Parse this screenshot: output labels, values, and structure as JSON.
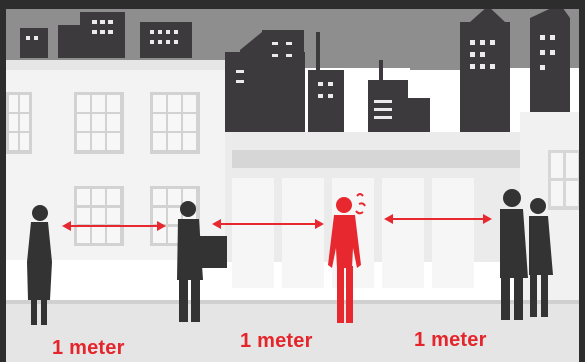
{
  "illustration": {
    "subject": "social-distancing-street-scene",
    "distance_labels": [
      "1 meter",
      "1 meter",
      "1 meter"
    ],
    "colors": {
      "frame": "#2d2d2d",
      "sky": "#ffffff",
      "skyline_back": "#8e8e8e",
      "skyline_front": "#3d3a3d",
      "building_white": "#f3f3f3",
      "building_shade": "#dcdcdc",
      "ground": "#e3e3e3",
      "silhouette": "#333333",
      "highlight": "#e8282f",
      "label_text": "#e4262c"
    },
    "figures": [
      {
        "name": "woman-silhouette-left",
        "highlighted": false
      },
      {
        "name": "man-carrying-box-silhouette",
        "highlighted": false
      },
      {
        "name": "coughing-person-highlighted",
        "highlighted": true
      },
      {
        "name": "couple-silhouette-right",
        "highlighted": false
      }
    ],
    "icons": [
      "double-arrow-icon",
      "double-arrow-icon",
      "double-arrow-icon",
      "cough-icon"
    ]
  }
}
